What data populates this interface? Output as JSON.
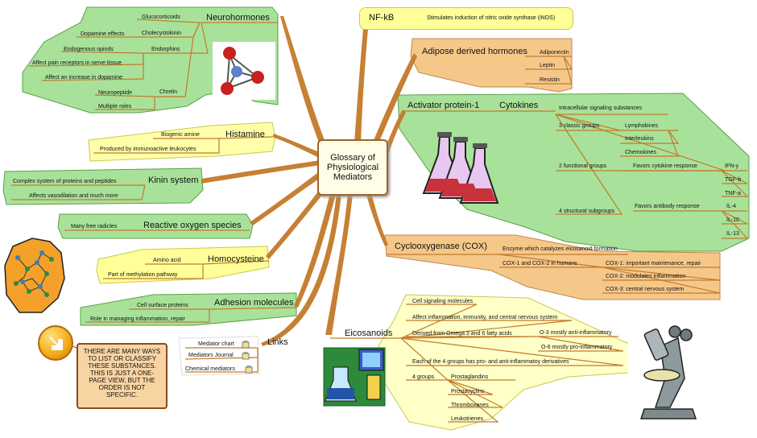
{
  "center": {
    "title": "Glossary of Physiological Mediators"
  },
  "neurohormones": {
    "title": "Neurohormones",
    "glucocorticoids": "Glucocorticoids",
    "cholecystokinin": "Cholecystokinin",
    "dopamine_effects": "Dopamine effects",
    "endorphins": "Endorphins",
    "endogenous_opiods": "Endogenous opiods",
    "pain_receptors": "Affect pain receptors in nerve tissue",
    "dopamine_increase": "Affect an increase in dopamine",
    "chrelin": "Chrelin",
    "neuropeptide": "Neuropeptide",
    "multiple_roles": "Multiple roles"
  },
  "histamine": {
    "title": "Histamine",
    "biogenic": "Biogenic amine",
    "produced": "Produced by immunoactive leukocytes"
  },
  "kinin": {
    "title": "Kinin system",
    "complex": "Complex system of proteins and peptides",
    "affects": "Affects vasodilation and much more"
  },
  "ros": {
    "title": "Reactive oxygen species",
    "radicals": "Many free radicles"
  },
  "homocysteine": {
    "title": "Homocysteine",
    "amino": "Amino acid",
    "methylation": "Part of methylation pathway"
  },
  "adhesion": {
    "title": "Adhesion molecules",
    "cell": "Cell surface proteins",
    "role": "Role in managing inflammation, repair"
  },
  "links": {
    "title": "Links",
    "chart": "Mediator chart",
    "journal": "Mediators Journal",
    "chemical": "Chemical mediators"
  },
  "note": {
    "text": "THERE ARE MANY WAYS TO LIST OR CLASSIFY THESE SUBSTANCES.  THIS IS JUST A ONE-PAGE VIEW, BUT THE ORDER IS NOT SPECIFIC."
  },
  "nfkb": {
    "title": "NF-kB",
    "desc": "Stimulates induction of nitric oxide synthase (iNOS)"
  },
  "adipose": {
    "title": "Adipose derived hormones",
    "adiponectin": "Adiponectin",
    "leptin": "Leptin",
    "resistin": "Resistin"
  },
  "cytokines": {
    "ap1": "Activator protein-1",
    "title": "Cytokines",
    "intracellular": "Intracellular signaling substances",
    "three_classic": "3 classic groups",
    "lymphokines": "Lymphokines",
    "interleukins": "Interleukins",
    "chemokines": "Chemokines",
    "two_functional": "2 functional groups",
    "favors_cytokine": "Favors cytokine response",
    "ifn": "IFN-y",
    "tgf": "TGF-b",
    "tnf": "TNF-a",
    "four_structural": "4 structural subgroups",
    "favors_antibody": "Favors antibody response",
    "il4": "IL-4",
    "il10": "IL-10",
    "il13": "IL-13"
  },
  "cox": {
    "title": "Cyclooxygenase (COX)",
    "enzyme": "Enzyme which catalyzes eicosanoid formation",
    "cox12": "COX-1 and COX-2 in humans",
    "cox1": "COX-1:  important maintenance, repair",
    "cox2": "COX-2:  modulates inflammation",
    "cox3": "COX-3:  central nervous system"
  },
  "eicosanoids": {
    "title": "Eicosanoids",
    "cell_signaling": "Cell signaling molecules",
    "affect": "Affect inflammation, immunity, and central nervous system",
    "derived": "Derived from Omega 3 and 6 fatty acids",
    "o3": "O-3 mostly anti-inflammatory",
    "o6": "O-6 mostly pro-inflammatory",
    "each": "Each of the 4 groups has pro- and anti-inflammatoy derivatives",
    "four_groups": "4 groups",
    "prostaglandins": "Prostaglandins",
    "prostacyclins": "Prostacyclins",
    "thromboxanes": "Thromboxanes",
    "leukotrienes": "Leukotrienes"
  },
  "colors": {
    "branch": "#c47a2a",
    "green_fill": "#a8e29a",
    "yellow_fill": "#ffffaa",
    "orange_fill": "#f5c88a",
    "lightyellow_fill": "#ffffc8",
    "center_border": "#a0622a"
  }
}
